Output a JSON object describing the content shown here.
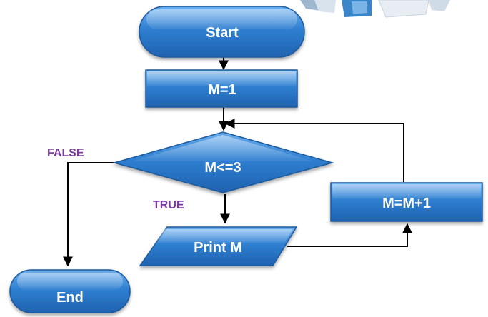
{
  "flowchart": {
    "nodes": {
      "start": "Start",
      "init": "M=1",
      "condition": "M<=3",
      "print": "Print M",
      "increment": "M=M+1",
      "end": "End"
    },
    "branches": {
      "false": "FALSE",
      "true": "TRUE"
    }
  },
  "colors": {
    "node_fill": "#2e78c8",
    "node_fill_light": "#5ea2e6",
    "node_stroke": "#1d5a9e",
    "node_text": "#ffffff",
    "connector": "#000000",
    "branch_label": "#7a3aa0"
  },
  "decoration": {
    "corner_image": "computer-workstation-illustration"
  }
}
